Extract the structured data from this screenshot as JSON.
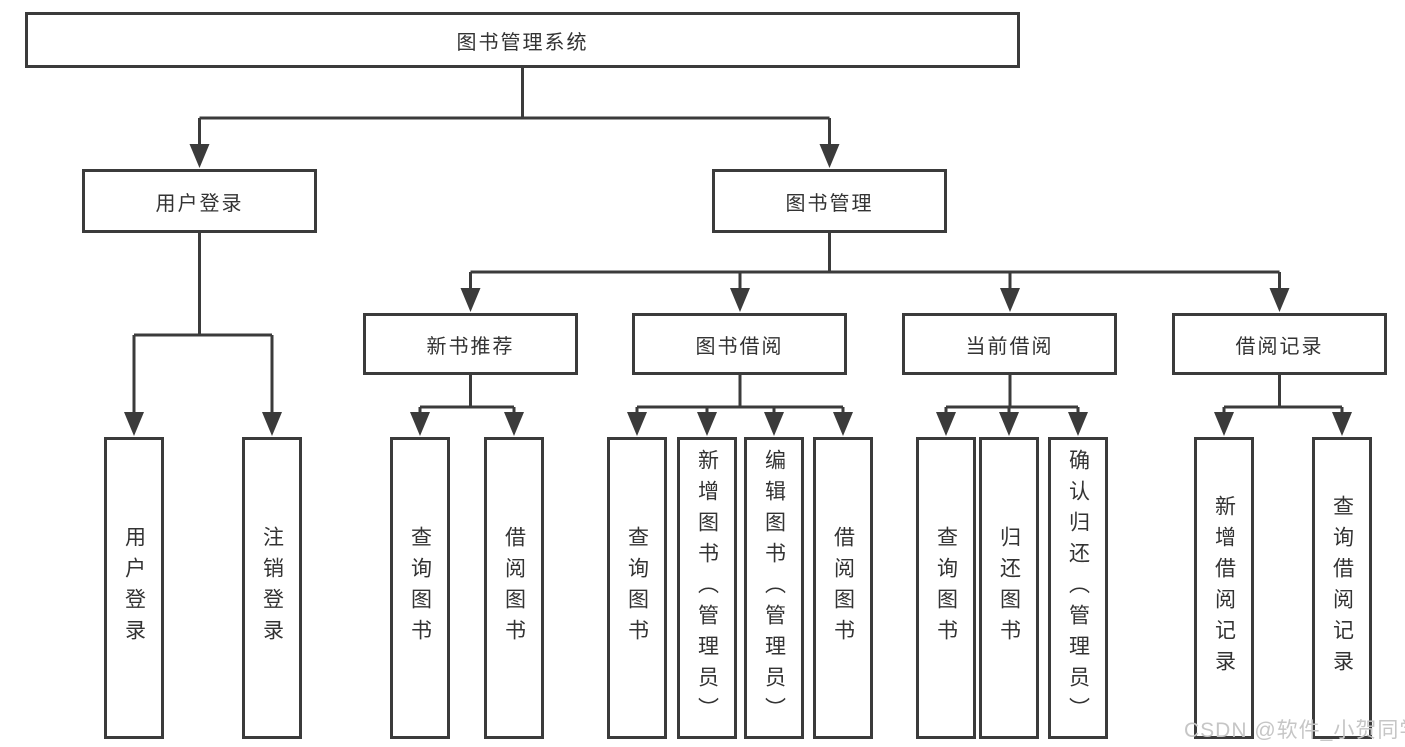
{
  "colors": {
    "line": "#3b3b3b",
    "text": "#333333",
    "box_fill": "#ffffff",
    "background": "#ffffff",
    "watermark": "#c6c6c6"
  },
  "diagram": {
    "root": {
      "label": "图书管理系统"
    },
    "level2": {
      "user_login": {
        "label": "用户登录"
      },
      "book_management": {
        "label": "图书管理"
      }
    },
    "level3": {
      "new_book_recommend": {
        "label": "新书推荐"
      },
      "book_borrowing": {
        "label": "图书借阅"
      },
      "current_borrowing": {
        "label": "当前借阅"
      },
      "borrowing_records": {
        "label": "借阅记录"
      }
    },
    "leaves": {
      "user_login": {
        "login": "用户登录",
        "logout": "注销登录"
      },
      "new_book_recommend": {
        "query_books": "查询图书",
        "borrow_books": "借阅图书"
      },
      "book_borrowing": {
        "query_books": "查询图书",
        "add_books_admin": "新增图书（管理员）",
        "edit_books_admin": "编辑图书（管理员）",
        "borrow_books": "借阅图书"
      },
      "current_borrowing": {
        "query_books": "查询图书",
        "return_books": "归还图书",
        "confirm_return_admin": "确认归还（管理员）"
      },
      "borrowing_records": {
        "add_record": "新增借阅记录",
        "query_record": "查询借阅记录"
      }
    }
  },
  "watermark": "CSDN @软件_小贺同学"
}
